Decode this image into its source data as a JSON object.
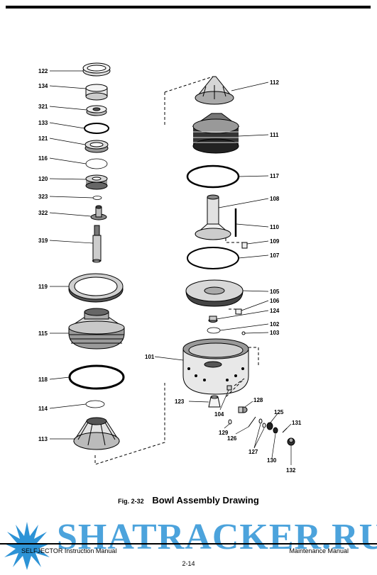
{
  "figure": {
    "number": "Fig. 2-32",
    "title": "Bowl Assembly Drawing"
  },
  "parts_left": [
    "122",
    "134",
    "321",
    "133",
    "121",
    "116",
    "120",
    "323",
    "322",
    "319",
    "119",
    "115",
    "118",
    "114",
    "113"
  ],
  "parts_right": [
    "112",
    "111",
    "117",
    "108",
    "110",
    "109",
    "107",
    "105",
    "106",
    "124",
    "102",
    "103"
  ],
  "parts_bottom": [
    "101",
    "123",
    "104",
    "128",
    "129",
    "126",
    "125",
    "127",
    "131",
    "130",
    "132"
  ],
  "footer": {
    "left": "SELFJECTOR   Instruction Manual",
    "right": "Maintenance Manual",
    "page": "2-14"
  },
  "watermark": {
    "text": "SHATRACKER.RU",
    "color": "#2d93d6"
  }
}
